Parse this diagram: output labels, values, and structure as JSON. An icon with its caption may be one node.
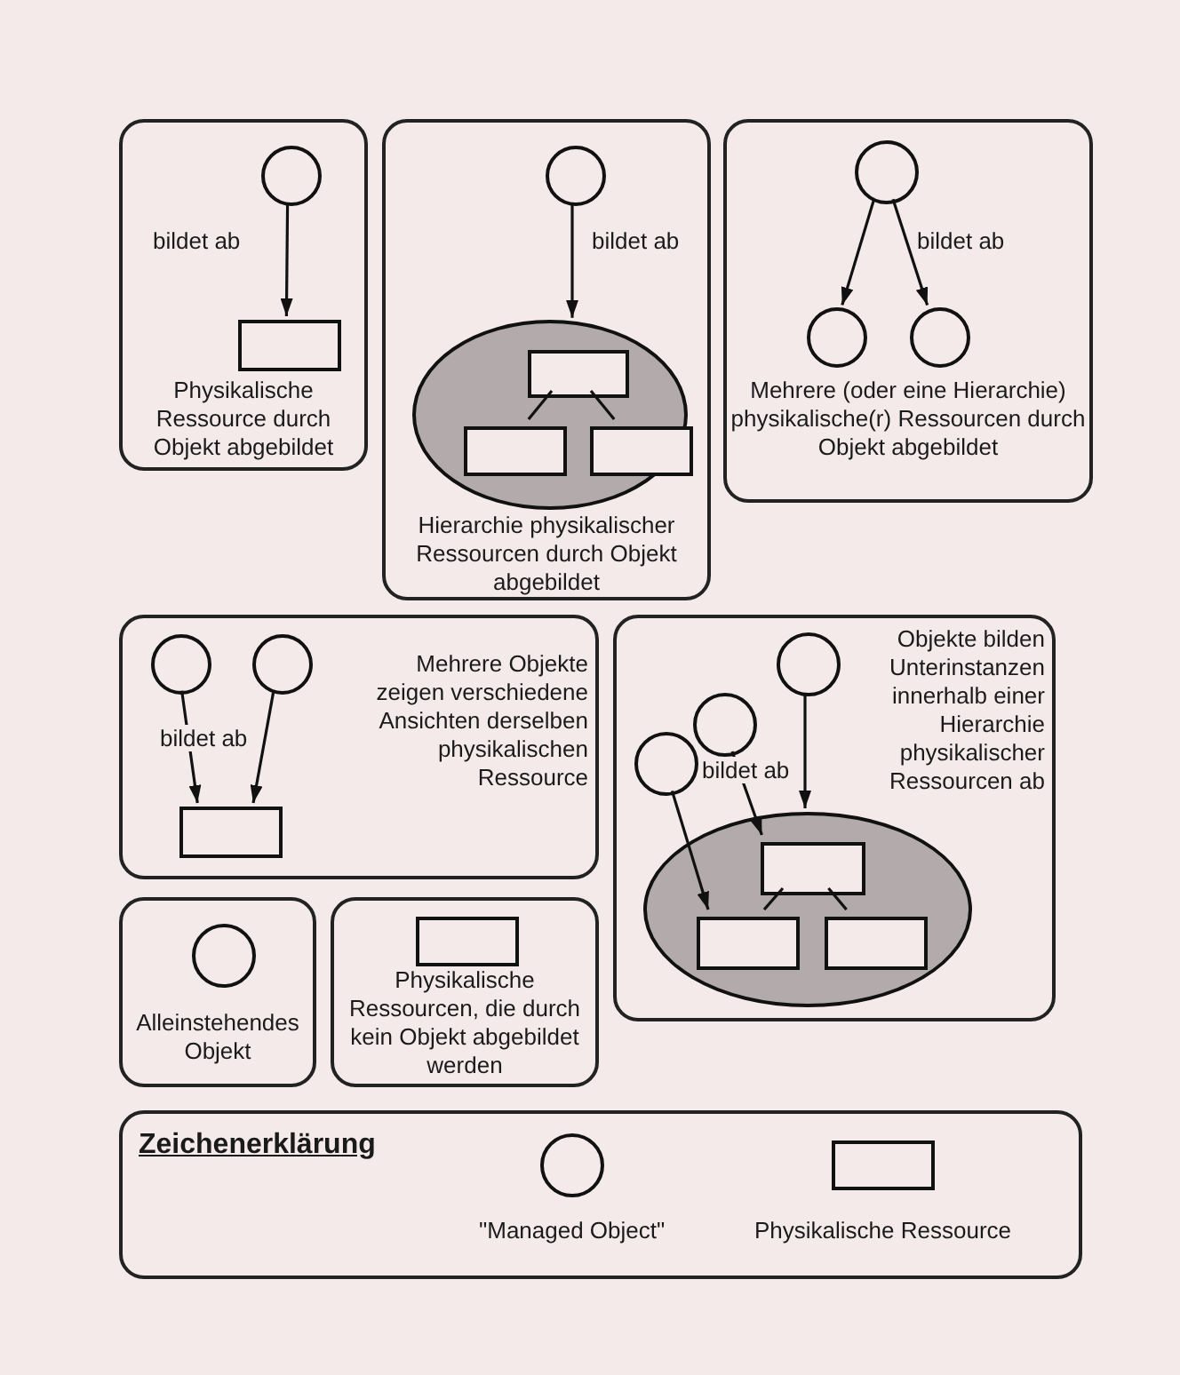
{
  "diagram": {
    "nodes": [
      {
        "text": [
          "Physikalische Ressource durch Objekt abgebildet"
        ]
      },
      {
        "text": [],
        "shape": "circle",
        "in": 0
      },
      {
        "text": [],
        "shape": "box",
        "in": 0
      },
      {
        "text": [
          "Hierarchie physikalischer Ressourcen durch Objekt abgebildet"
        ]
      },
      {
        "text": [],
        "shape": "circle",
        "in": 3
      },
      {
        "text": [],
        "shape": "ellipse",
        "in": 3
      },
      {
        "text": [],
        "shape": "box",
        "in": 5
      },
      {
        "text": [],
        "shape": "box",
        "in": 5
      },
      {
        "text": [],
        "shape": "box",
        "in": 5
      },
      {
        "text": [
          "Mehrere (oder eine Hierarchie) physikalische(r) Ressourcen durch Objekt abgebildet"
        ]
      },
      {
        "text": [],
        "shape": "circle",
        "in": 9
      },
      {
        "text": [],
        "shape": "circle",
        "in": 9
      },
      {
        "text": [],
        "shape": "circle",
        "in": 9
      },
      {
        "text": [
          "Mehrere Objekte zeigen verschiedene Ansichten derselben physikalischen Ressource"
        ]
      },
      {
        "text": [],
        "shape": "circle",
        "in": 13
      },
      {
        "text": [],
        "shape": "circle",
        "in": 13
      },
      {
        "text": [],
        "shape": "box",
        "in": 13
      },
      {
        "text": [
          "Objekte bilden Unterinstanzen innerhalb einer Hierarchie physikalischer Ressourcen ab"
        ]
      },
      {
        "text": [],
        "shape": "circle",
        "in": 17
      },
      {
        "text": [],
        "shape": "circle",
        "in": 17
      },
      {
        "text": [],
        "shape": "circle",
        "in": 17
      },
      {
        "text": [],
        "shape": "ellipse",
        "in": 17
      },
      {
        "text": [],
        "shape": "box",
        "in": 21
      },
      {
        "text": [],
        "shape": "box",
        "in": 21
      },
      {
        "text": [],
        "shape": "box",
        "in": 21
      },
      {
        "text": [
          "Alleinstehendes Objekt"
        ]
      },
      {
        "text": [],
        "shape": "circle",
        "in": 25
      },
      {
        "text": [
          "Physikalische Ressourcen, die durch kein Objekt abgebildet werden"
        ]
      },
      {
        "text": [],
        "shape": "box",
        "in": 27
      }
    ],
    "edges": [
      {
        "from": 1,
        "to": 2,
        "arrow": "to",
        "label": "bildet ab"
      },
      {
        "from": 4,
        "to": 5,
        "arrow": "to",
        "label": "bildet ab"
      },
      {
        "from": 6,
        "to": 7,
        "arrow": "none"
      },
      {
        "from": 6,
        "to": 8,
        "arrow": "none"
      },
      {
        "from": 10,
        "to": 11,
        "arrow": "to"
      },
      {
        "from": 10,
        "to": 12,
        "arrow": "to",
        "label": "bildet ab"
      },
      {
        "from": 14,
        "to": 16,
        "arrow": "to",
        "label": "bildet ab"
      },
      {
        "from": 15,
        "to": 16,
        "arrow": "to"
      },
      {
        "from": 22,
        "to": 23,
        "arrow": "none"
      },
      {
        "from": 22,
        "to": 24,
        "arrow": "none"
      },
      {
        "from": 18,
        "to": 23,
        "arrow": "to"
      },
      {
        "from": 19,
        "to": 22,
        "arrow": "to",
        "label": "bildet ab"
      },
      {
        "from": 20,
        "to": 21,
        "arrow": "to"
      }
    ],
    "labels": [
      "Zeichenerklärung"
    ],
    "legend": [
      {
        "text": "\"Managed Object\""
      },
      {
        "text": "Physikalische Ressource"
      }
    ]
  }
}
